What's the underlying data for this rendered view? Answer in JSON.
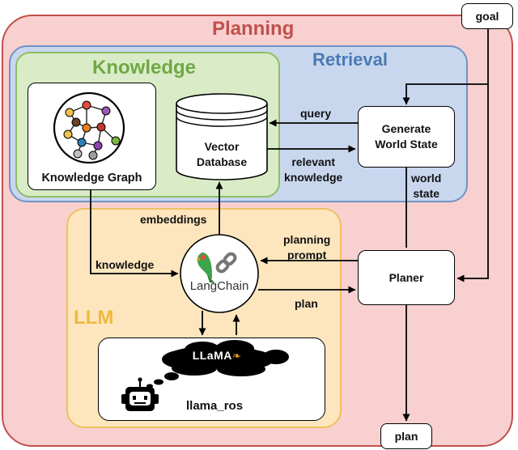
{
  "regions": {
    "planning": {
      "title": "Planning",
      "color": "#c0504d"
    },
    "retrieval": {
      "title": "Retrieval",
      "color": "#4a7ab5"
    },
    "knowledge": {
      "title": "Knowledge",
      "color": "#70a845"
    },
    "llm": {
      "title": "LLM",
      "color": "#f0b840"
    }
  },
  "nodes": {
    "goal": "goal",
    "plan_out": "plan",
    "knowledge_graph": "Knowledge Graph",
    "vector_db": "Vector\nDatabase",
    "generate_world_state": "Generate\nWorld State",
    "planer": "Planer",
    "langchain": "LangChain",
    "llama_logo": "LLaMA",
    "llama_ros": "llama_ros"
  },
  "edges": {
    "query": "query",
    "relevant_knowledge": "relevant\nknowledge",
    "world_state": "world\nstate",
    "embeddings": "embeddings",
    "knowledge": "knowledge",
    "planning_prompt": "planning\nprompt",
    "plan": "plan"
  },
  "icons": [
    "graph-icon",
    "parrot-icon",
    "chain-link-icon",
    "robot-icon",
    "llama-icon"
  ]
}
